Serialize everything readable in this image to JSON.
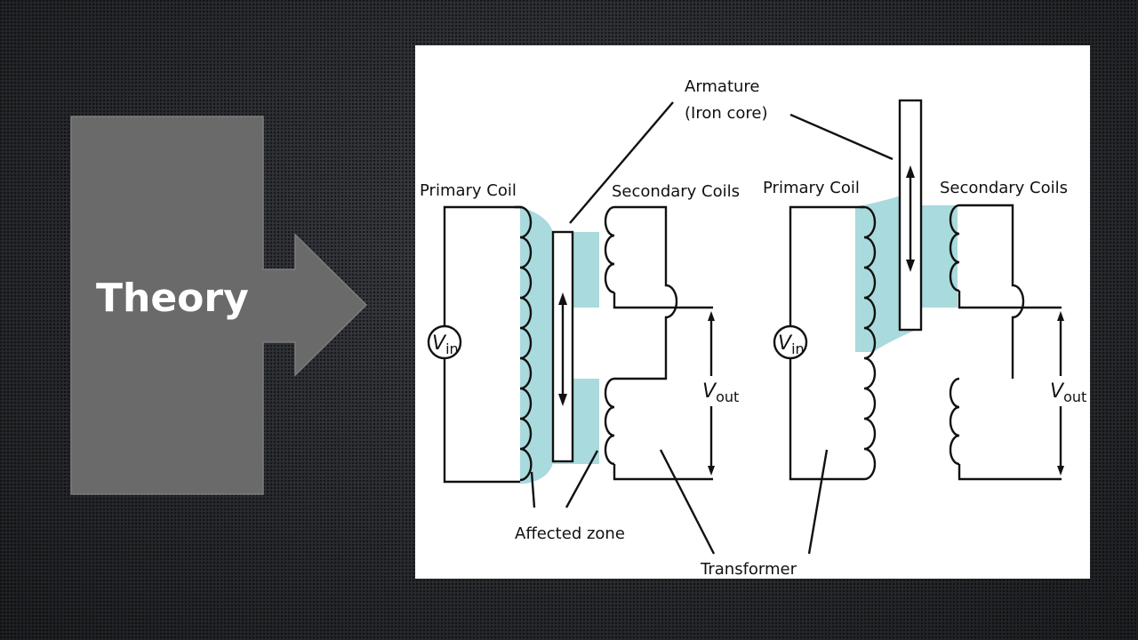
{
  "slide": {
    "title": "Theory",
    "arrow_color": "#6a6a6a"
  },
  "figure": {
    "labels": {
      "armature_line1": "Armature",
      "armature_line2": "(Iron core)",
      "primary_coil_left": "Primary Coil",
      "secondary_coils_left": "Secondary Coils",
      "primary_coil_right": "Primary Coil",
      "secondary_coils_right": "Secondary Coils",
      "affected_zone": "Affected zone",
      "transformer": "Transformer",
      "vin_main": "V",
      "vin_sub": "in",
      "vout_main": "V",
      "vout_sub": "out"
    },
    "colors": {
      "affected_zone": "#a9dadd",
      "wire": "#111111",
      "background": "#ffffff"
    }
  }
}
